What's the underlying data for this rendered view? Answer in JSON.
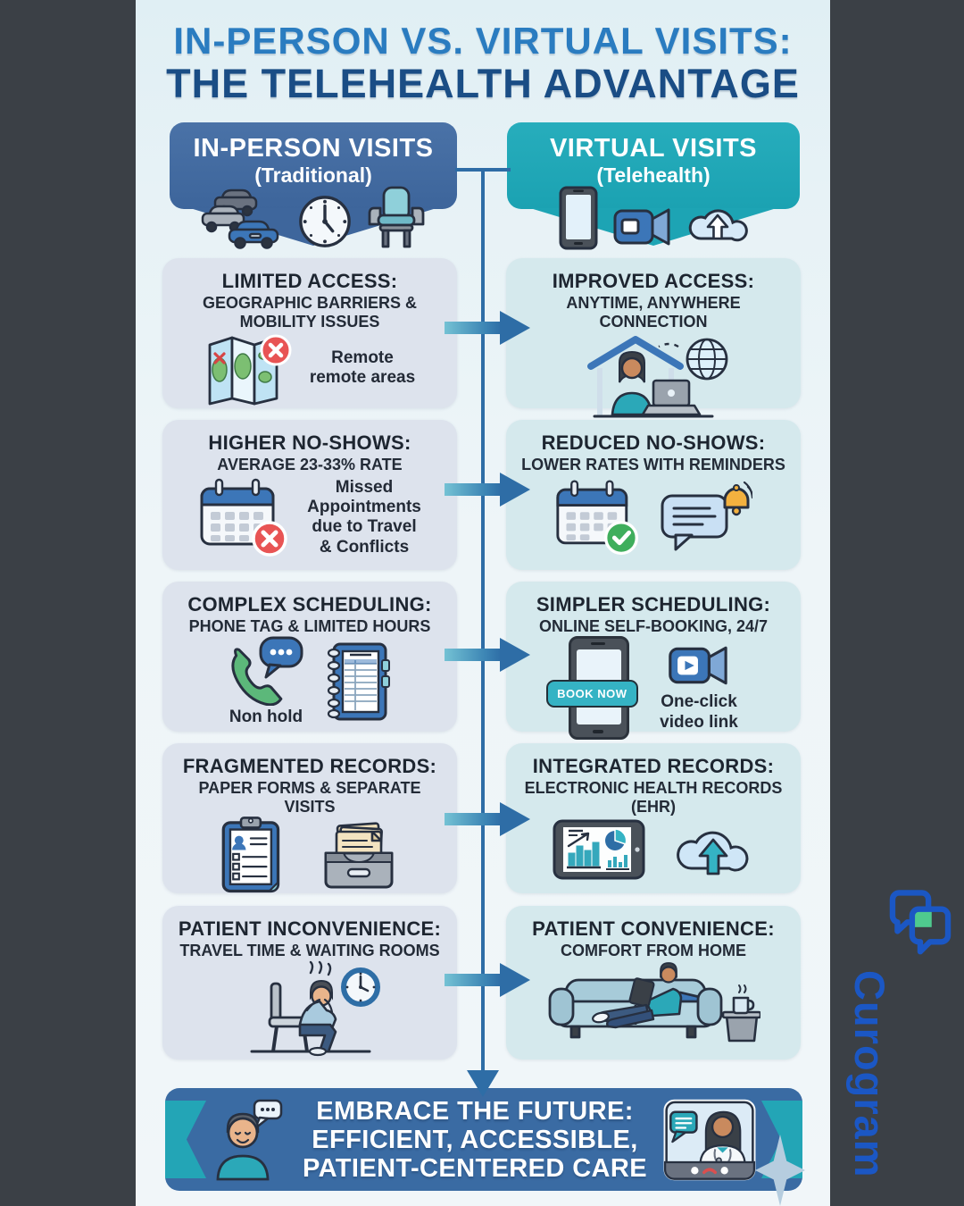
{
  "header": {
    "title_line1": "IN-PERSON VS. VIRTUAL VISITS:",
    "title_line2": "THE TELEHEALTH ADVANTAGE"
  },
  "columns": {
    "left": {
      "title": "IN-PERSON VISITS",
      "subtitle": "(Traditional)",
      "icons": [
        "traffic-cars",
        "wall-clock",
        "waiting-chair"
      ]
    },
    "right": {
      "title": "VIRTUAL VISITS",
      "subtitle": "(Telehealth)",
      "icons": [
        "tablet",
        "video-camera",
        "cloud-upload"
      ]
    }
  },
  "rows": [
    {
      "left": {
        "title": "LIMITED ACCESS:",
        "subtitle": "GEOGRAPHIC BARRIERS & MOBILITY ISSUES",
        "caption": "Remote\nremote areas",
        "icons": [
          "folded-map-with-x"
        ]
      },
      "right": {
        "title": "IMPROVED ACCESS:",
        "subtitle": "ANYTIME, ANYWHERE CONNECTION",
        "icons": [
          "person-at-home-laptop-globe"
        ]
      }
    },
    {
      "left": {
        "title": "HIGHER NO-SHOWS:",
        "subtitle": "AVERAGE 23-33% RATE",
        "caption": "Missed\nAppointments\ndue to Travel\n& Conflicts",
        "icons": [
          "calendar-x"
        ]
      },
      "right": {
        "title": "REDUCED NO-SHOWS:",
        "subtitle": "LOWER RATES WITH REMINDERS",
        "icons": [
          "calendar-check",
          "chat-bubble-bell"
        ]
      }
    },
    {
      "left": {
        "title": "COMPLEX SCHEDULING:",
        "subtitle": "PHONE TAG & LIMITED HOURS",
        "caption": "Non hold",
        "icons": [
          "phone-chat",
          "schedule-notebook"
        ]
      },
      "right": {
        "title": "SIMPLER SCHEDULING:",
        "subtitle": "ONLINE SELF-BOOKING, 24/7",
        "button_label": "BOOK NOW",
        "caption": "One-click\nvideo link",
        "icons": [
          "smartphone-book-now",
          "video-camera"
        ]
      }
    },
    {
      "left": {
        "title": "FRAGMENTED RECORDS:",
        "subtitle": "PAPER FORMS & SEPARATE VISITS",
        "icons": [
          "clipboard-form",
          "file-drawer"
        ]
      },
      "right": {
        "title": "INTEGRATED RECORDS:",
        "subtitle": "ELECTRONIC HEALTH RECORDS (EHR)",
        "icons": [
          "tablet-charts",
          "cloud-upload-arrow"
        ]
      }
    },
    {
      "left": {
        "title": "PATIENT INCONVENIENCE:",
        "subtitle": "TRAVEL TIME & WAITING ROOMS",
        "icons": [
          "stressed-person-waiting-clock"
        ]
      },
      "right": {
        "title": "PATIENT CONVENIENCE:",
        "subtitle": "COMFORT FROM HOME",
        "icons": [
          "person-relaxing-couch"
        ]
      }
    }
  ],
  "footer": {
    "line1": "EMBRACE THE FUTURE:",
    "line2": "EFFICIENT, ACCESSIBLE,",
    "line3": "PATIENT-CENTERED CARE",
    "icons": [
      "patient-avatar-speech",
      "doctor-video-call",
      "sparkle"
    ]
  },
  "brand": {
    "name": "Curogram",
    "logo": "overlapping-speech-bubbles-green-square"
  },
  "colors": {
    "background_frame": "#3b4046",
    "panel_bg": "#eef5f8",
    "title_primary": "#2a7cc0",
    "title_secondary": "#1a4d85",
    "inperson_header_bg": "#3e669c",
    "virtual_header_bg": "#1da4b4",
    "inperson_card_bg": "#dde3ed",
    "virtual_card_bg": "#d5e9ed",
    "arrow_blue": "#2e6da6",
    "footer_bg": "#3a6ba3",
    "footer_ribbon_teal": "#23a5b6",
    "brand_blue": "#1b57c4",
    "brand_green": "#4fca8e",
    "alert_red": "#e85454",
    "success_green": "#3fae5c",
    "bell_orange": "#f3b13f",
    "booknow_teal": "#35b3c4"
  }
}
